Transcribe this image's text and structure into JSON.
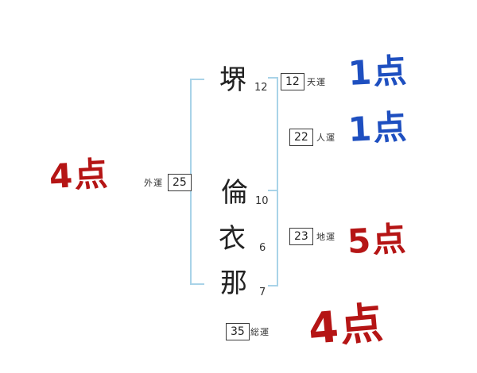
{
  "diagram": "name-fortune-calculation",
  "name": {
    "chars": [
      {
        "char": "堺",
        "strokes": "12"
      },
      {
        "char": "倫",
        "strokes": "10"
      },
      {
        "char": "衣",
        "strokes": "6"
      },
      {
        "char": "那",
        "strokes": "7"
      }
    ]
  },
  "fortunes": [
    {
      "id": "ten",
      "label": "天運",
      "value": "12",
      "score": "1点",
      "score_color": "#1e4fc0"
    },
    {
      "id": "jin",
      "label": "人運",
      "value": "22",
      "score": "1点",
      "score_color": "#1e4fc0"
    },
    {
      "id": "gai",
      "label": "外運",
      "value": "25",
      "score": "4点",
      "score_color": "#b51515"
    },
    {
      "id": "chi",
      "label": "地運",
      "value": "23",
      "score": "5点",
      "score_color": "#b51515"
    },
    {
      "id": "sou",
      "label": "総運",
      "value": "35",
      "score": "4点",
      "score_color": "#b51515"
    }
  ],
  "colors": {
    "bracket": "#a9d3e8",
    "text": "#222222",
    "good_score": "#1e4fc0",
    "bad_score": "#b51515"
  }
}
